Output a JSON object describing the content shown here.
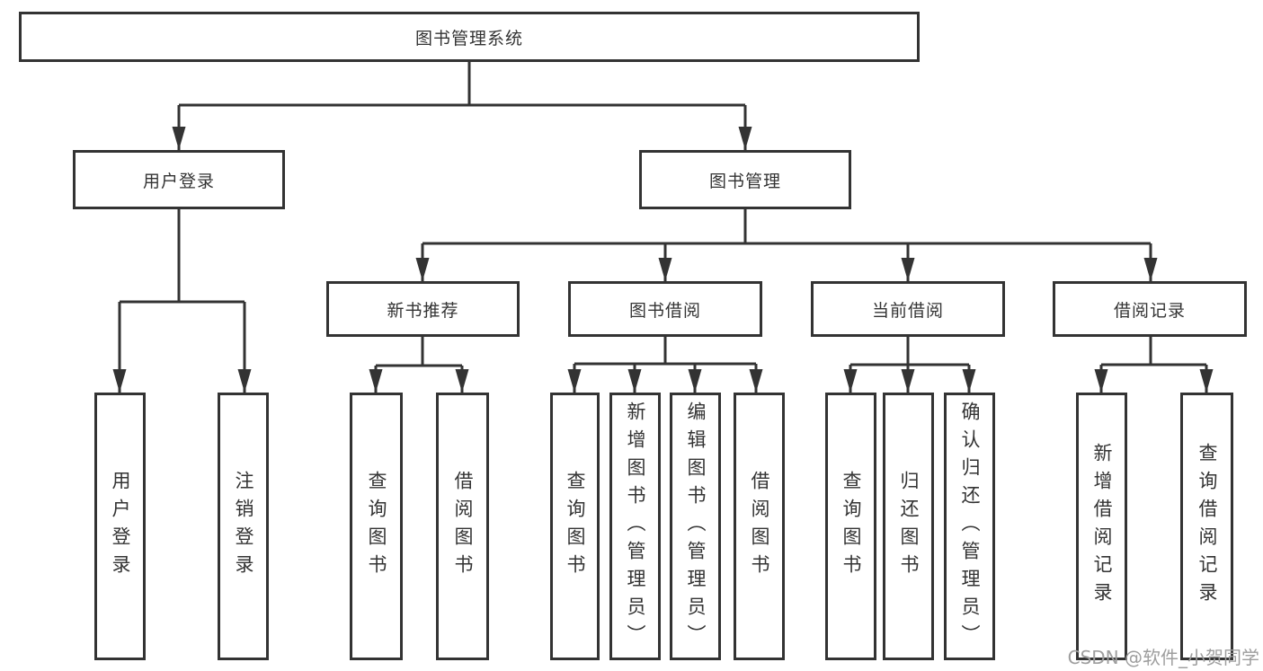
{
  "diagram": {
    "root": {
      "label": "图书管理系统"
    },
    "branches": [
      {
        "label": "用户登录",
        "children": [
          {
            "label": "用户登录"
          },
          {
            "label": "注销登录"
          }
        ]
      },
      {
        "label": "图书管理",
        "groups": [
          {
            "label": "新书推荐",
            "children": [
              {
                "label": "查询图书"
              },
              {
                "label": "借阅图书"
              }
            ]
          },
          {
            "label": "图书借阅",
            "children": [
              {
                "label": "查询图书"
              },
              {
                "label": "新增图书（管理员）"
              },
              {
                "label": "编辑图书（管理员）"
              },
              {
                "label": "借阅图书"
              }
            ]
          },
          {
            "label": "当前借阅",
            "children": [
              {
                "label": "查询图书"
              },
              {
                "label": "归还图书"
              },
              {
                "label": "确认归还（管理员）"
              }
            ]
          },
          {
            "label": "借阅记录",
            "children": [
              {
                "label": "新增借阅记录"
              },
              {
                "label": "查询借阅记录"
              }
            ]
          }
        ]
      }
    ],
    "watermark": "CSDN @软件_小贺同学",
    "colors": {
      "line": "#333333",
      "text": "#333333",
      "watermark_gray": "#9e9e9e",
      "background": "#ffffff"
    }
  }
}
